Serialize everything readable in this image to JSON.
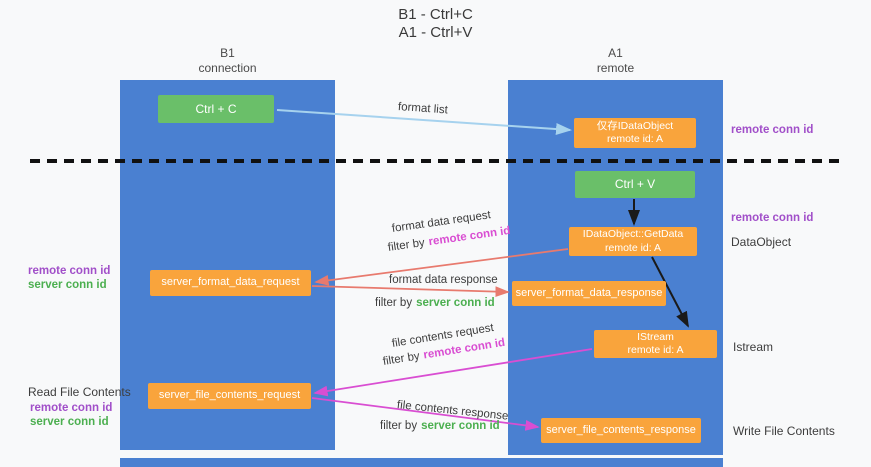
{
  "title": {
    "line1": "B1 - Ctrl+C",
    "line2": "A1 - Ctrl+V"
  },
  "columns": {
    "left": {
      "name": "B1",
      "subtitle": "connection"
    },
    "right": {
      "name": "A1",
      "subtitle": "remote"
    }
  },
  "boxes": {
    "ctrl_c": "Ctrl + C",
    "ctrl_v": "Ctrl + V",
    "idataobject": {
      "line1": "仅存IDataObject",
      "line2": "remote id: A"
    },
    "getdata": {
      "line1": "IDataObject::GetData",
      "line2": "remote id: A"
    },
    "istream": {
      "line1": "IStream",
      "line2": "remote id: A"
    },
    "format_request": "server_format_data_request",
    "format_response": "server_format_data_response",
    "file_request": "server_file_contents_request",
    "file_response": "server_file_contents_response"
  },
  "labels": {
    "format_list": "format list",
    "format_data_request": "format data request",
    "format_data_response": "format data response",
    "file_contents_request": "file contents request",
    "file_contents_response": "file contents response",
    "filter_by": "filter by",
    "remote_conn_id": "remote conn id",
    "server_conn_id": "server conn id",
    "dataobject": "DataObject",
    "istream": "Istream",
    "read_file_contents": "Read File Contents",
    "write_file_contents": "Write File Contents"
  },
  "colors": {
    "lifeline_blue": "#4a80d1",
    "box_green": "#6abf69",
    "box_orange": "#f9a43c",
    "arrow_light_blue": "#a6d2ee",
    "arrow_salmon": "#e87a6e",
    "arrow_magenta": "#d94ed2",
    "arrow_black": "#1a1a1a",
    "text_purple": "#a14fc9",
    "text_green": "#4caf50"
  }
}
